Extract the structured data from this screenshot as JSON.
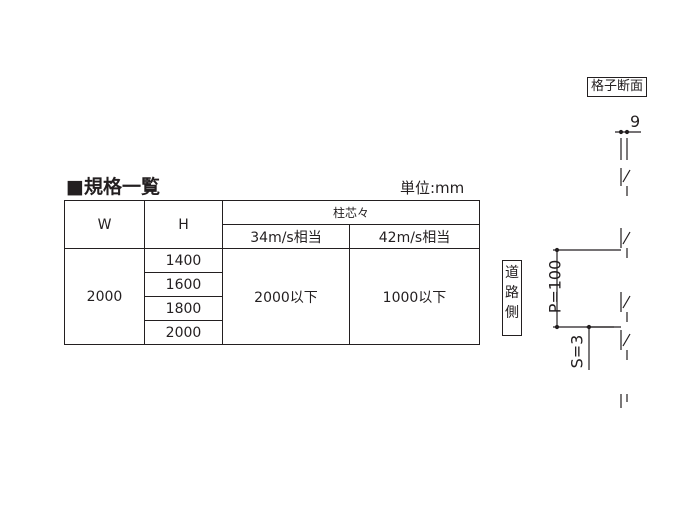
{
  "spec": {
    "title": "■規格一覧",
    "unit": "単位:mm",
    "headers": {
      "w": "W",
      "h": "H",
      "pillar_spacing": "柱芯々",
      "wind_34": "34m/s相当",
      "wind_42": "42m/s相当"
    },
    "width": "2000",
    "heights": [
      "1400",
      "1600",
      "1800",
      "2000"
    ],
    "spacing_34": "2000以下",
    "spacing_42": "1000以下"
  },
  "section": {
    "title": "格子断面",
    "dim_thickness": "9",
    "dim_pitch": "P=100",
    "dim_gap": "S=3",
    "road_side": "道路側"
  }
}
